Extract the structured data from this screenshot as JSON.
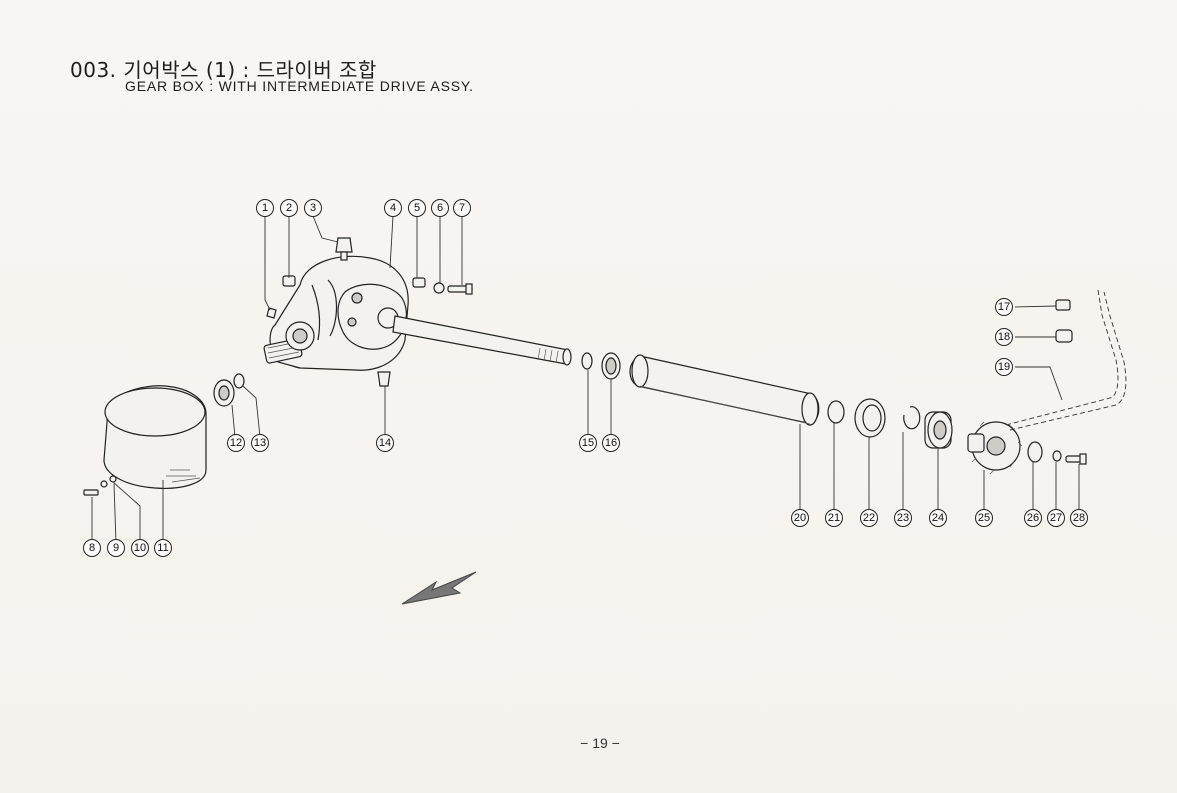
{
  "header": {
    "title_ko": "003. 기어박스 (1) : 드라이버 조합",
    "title_en": "GEAR BOX : WITH INTERMEDIATE DRIVE ASSY."
  },
  "footer": {
    "page_number": "− 19 −"
  },
  "callouts": [
    "1",
    "2",
    "3",
    "4",
    "5",
    "6",
    "7",
    "8",
    "9",
    "10",
    "11",
    "12",
    "13",
    "14",
    "15",
    "16",
    "17",
    "18",
    "19",
    "20",
    "21",
    "22",
    "23",
    "24",
    "25",
    "26",
    "27",
    "28"
  ]
}
